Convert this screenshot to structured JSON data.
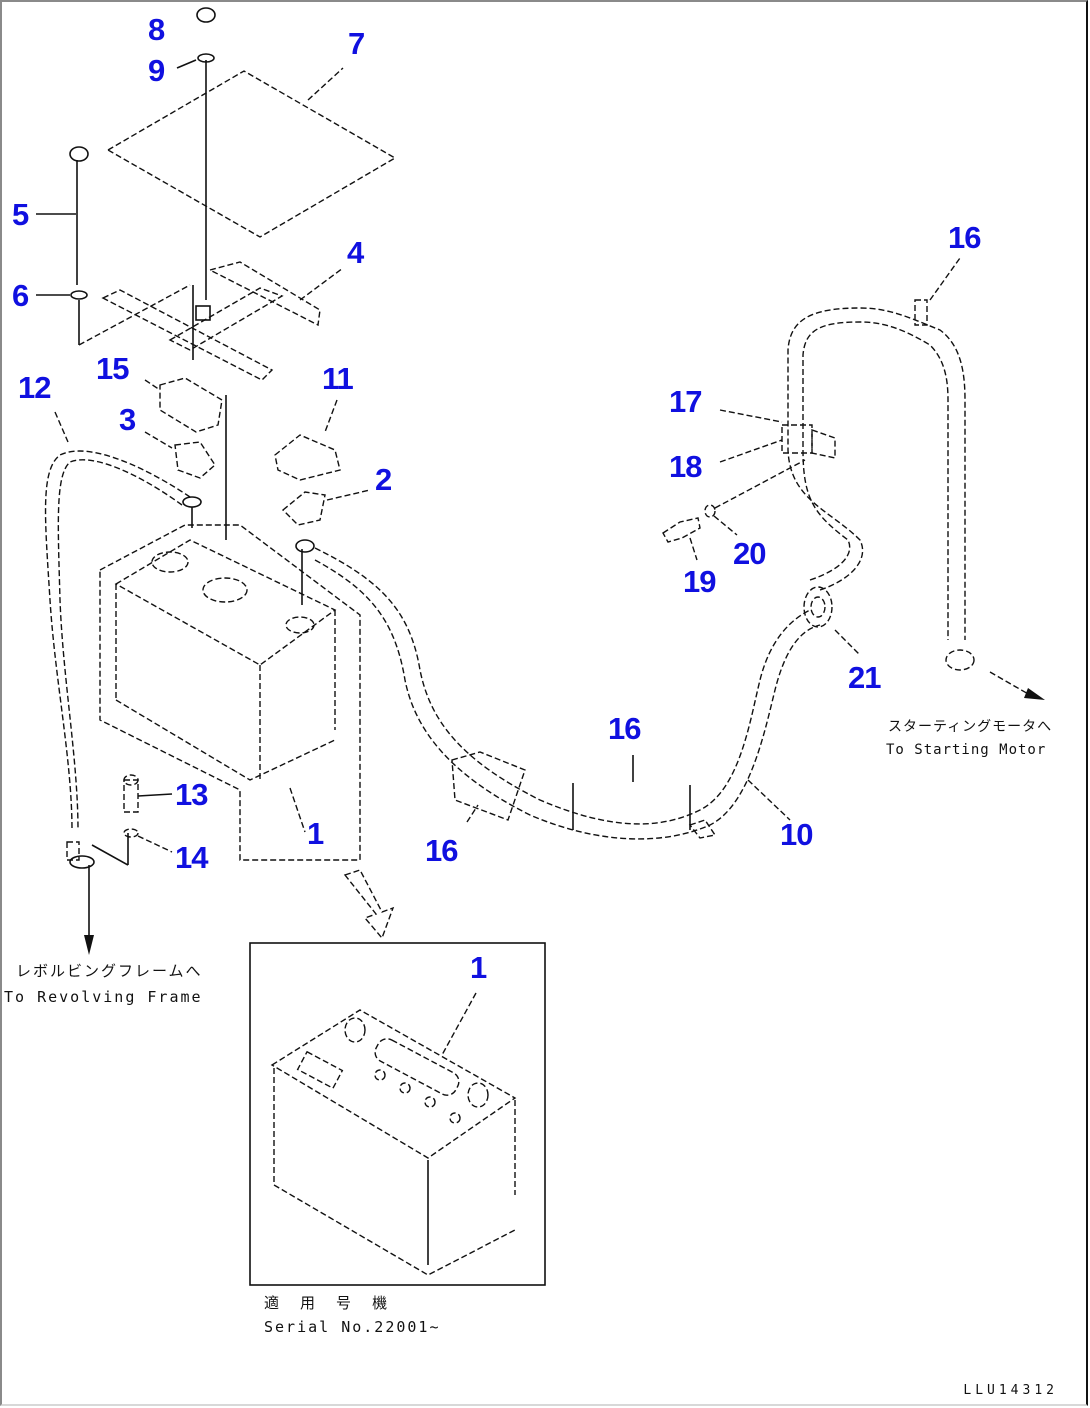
{
  "drawing": {
    "title": "Battery and battery cable parts diagram",
    "document_id": "LLU14312"
  },
  "callouts": [
    {
      "id": "c8",
      "label": "8"
    },
    {
      "id": "c9",
      "label": "9"
    },
    {
      "id": "c7",
      "label": "7"
    },
    {
      "id": "c5",
      "label": "5"
    },
    {
      "id": "c6",
      "label": "6"
    },
    {
      "id": "c4",
      "label": "4"
    },
    {
      "id": "c15",
      "label": "15"
    },
    {
      "id": "c11",
      "label": "11"
    },
    {
      "id": "c12",
      "label": "12"
    },
    {
      "id": "c3",
      "label": "3"
    },
    {
      "id": "c2",
      "label": "2"
    },
    {
      "id": "c13",
      "label": "13"
    },
    {
      "id": "c14",
      "label": "14"
    },
    {
      "id": "c1a",
      "label": "1"
    },
    {
      "id": "c16a",
      "label": "16"
    },
    {
      "id": "c17",
      "label": "17"
    },
    {
      "id": "c18",
      "label": "18"
    },
    {
      "id": "c19",
      "label": "19"
    },
    {
      "id": "c20",
      "label": "20"
    },
    {
      "id": "c21",
      "label": "21"
    },
    {
      "id": "c16b",
      "label": "16"
    },
    {
      "id": "c16c",
      "label": "16"
    },
    {
      "id": "c10",
      "label": "10"
    },
    {
      "id": "c1b",
      "label": "1"
    }
  ],
  "notes": {
    "revolving_frame_jp": "レボルビングフレームへ",
    "revolving_frame_en": "To Revolving Frame",
    "starting_motor_jp": "スターティングモータへ",
    "starting_motor_en": "To Starting Motor",
    "serial_jp": "適 用 号 機",
    "serial_en": "Serial No.22001~"
  }
}
